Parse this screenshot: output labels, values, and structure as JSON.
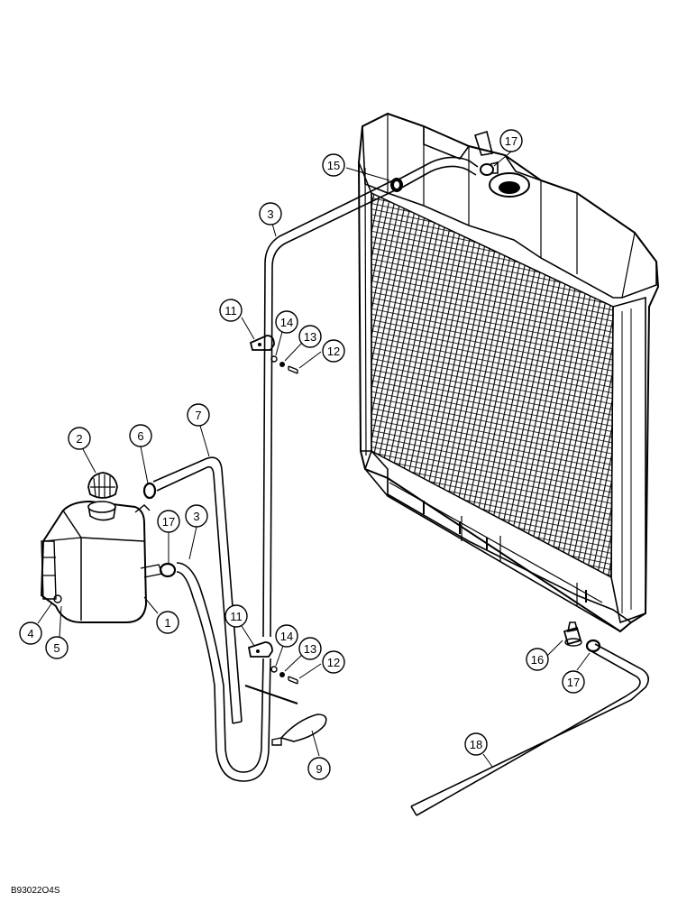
{
  "figure_id": "B93022O4S",
  "callouts": [
    {
      "id": "c-17-top",
      "label": "17"
    },
    {
      "id": "c-15",
      "label": "15"
    },
    {
      "id": "c-3-top",
      "label": "3"
    },
    {
      "id": "c-11-top",
      "label": "11"
    },
    {
      "id": "c-14-top",
      "label": "14"
    },
    {
      "id": "c-13-top",
      "label": "13"
    },
    {
      "id": "c-12-top",
      "label": "12"
    },
    {
      "id": "c-7",
      "label": "7"
    },
    {
      "id": "c-2",
      "label": "2"
    },
    {
      "id": "c-6",
      "label": "6"
    },
    {
      "id": "c-17-mid",
      "label": "17"
    },
    {
      "id": "c-3-mid",
      "label": "3"
    },
    {
      "id": "c-4",
      "label": "4"
    },
    {
      "id": "c-5",
      "label": "5"
    },
    {
      "id": "c-1",
      "label": "1"
    },
    {
      "id": "c-11-bot",
      "label": "11"
    },
    {
      "id": "c-14-bot",
      "label": "14"
    },
    {
      "id": "c-13-bot",
      "label": "13"
    },
    {
      "id": "c-12-bot",
      "label": "12"
    },
    {
      "id": "c-9",
      "label": "9"
    },
    {
      "id": "c-16",
      "label": "16"
    },
    {
      "id": "c-17-bot",
      "label": "17"
    },
    {
      "id": "c-18",
      "label": "18"
    }
  ]
}
